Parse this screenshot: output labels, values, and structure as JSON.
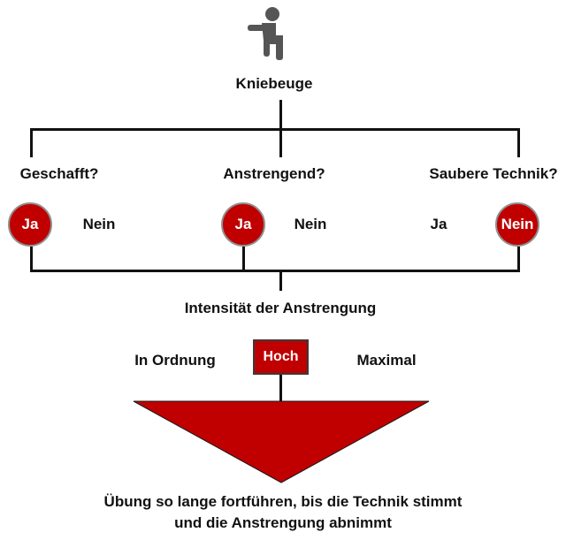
{
  "root": {
    "icon": "squat-person-icon",
    "label": "Kniebeuge"
  },
  "questions": [
    {
      "label": "Geschafft?",
      "left_option": "Ja",
      "right_option": "Nein",
      "selected": "Ja"
    },
    {
      "label": "Anstrengend?",
      "left_option": "Ja",
      "right_option": "Nein",
      "selected": "Ja"
    },
    {
      "label": "Saubere Technik?",
      "left_option": "Ja",
      "right_option": "Nein",
      "selected": "Nein"
    }
  ],
  "intensity": {
    "label": "Intensität der Anstrengung",
    "options": [
      "In Ordnung",
      "Hoch",
      "Maximal"
    ],
    "selected": "Hoch"
  },
  "footer": {
    "line1": "Übung so lange fortführen, bis die Technik stimmt",
    "line2": "und die Anstrengung abnimmt"
  },
  "colors": {
    "accent": "#c00000",
    "line": "#111111",
    "icon": "#555555"
  }
}
